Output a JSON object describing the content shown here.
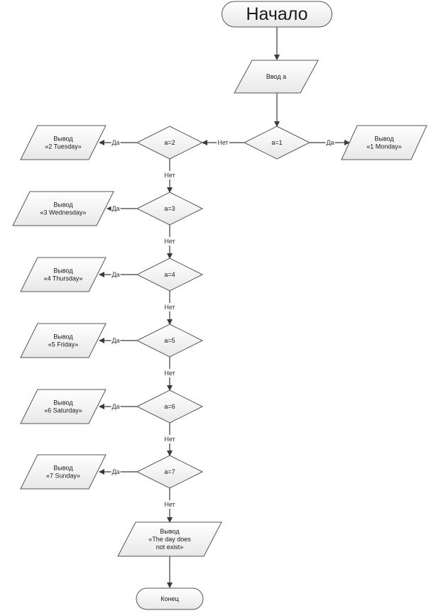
{
  "diagram": {
    "colors": {
      "node_fill_light": "#ffffff",
      "node_fill_dark": "#e8e8e8",
      "stroke": "#555555",
      "arrow": "#3a3a3a"
    },
    "start": "Начало",
    "input": "Ввод a",
    "checks": [
      {
        "condition": "a=1",
        "output": [
          "Вывод",
          "«1 Monday»"
        ]
      },
      {
        "condition": "a=2",
        "output": [
          "Вывод",
          "«2 Tuesday»"
        ]
      },
      {
        "condition": "a=3",
        "output": [
          "Вывод",
          "«3 Wednesday»"
        ]
      },
      {
        "condition": "a=4",
        "output": [
          "Вывод",
          "«4 Thursday»"
        ]
      },
      {
        "condition": "a=5",
        "output": [
          "Вывод",
          "«5 Friday»"
        ]
      },
      {
        "condition": "a=6",
        "output": [
          "Вывод",
          "«6 Saturday»"
        ]
      },
      {
        "condition": "a=7",
        "output": [
          "Вывод",
          "«7 Sunday»"
        ]
      }
    ],
    "default_output": [
      "Вывод",
      "«The day does",
      "not exist»"
    ],
    "end": "Конец",
    "yes_label": "Да",
    "no_label": "Нет"
  }
}
